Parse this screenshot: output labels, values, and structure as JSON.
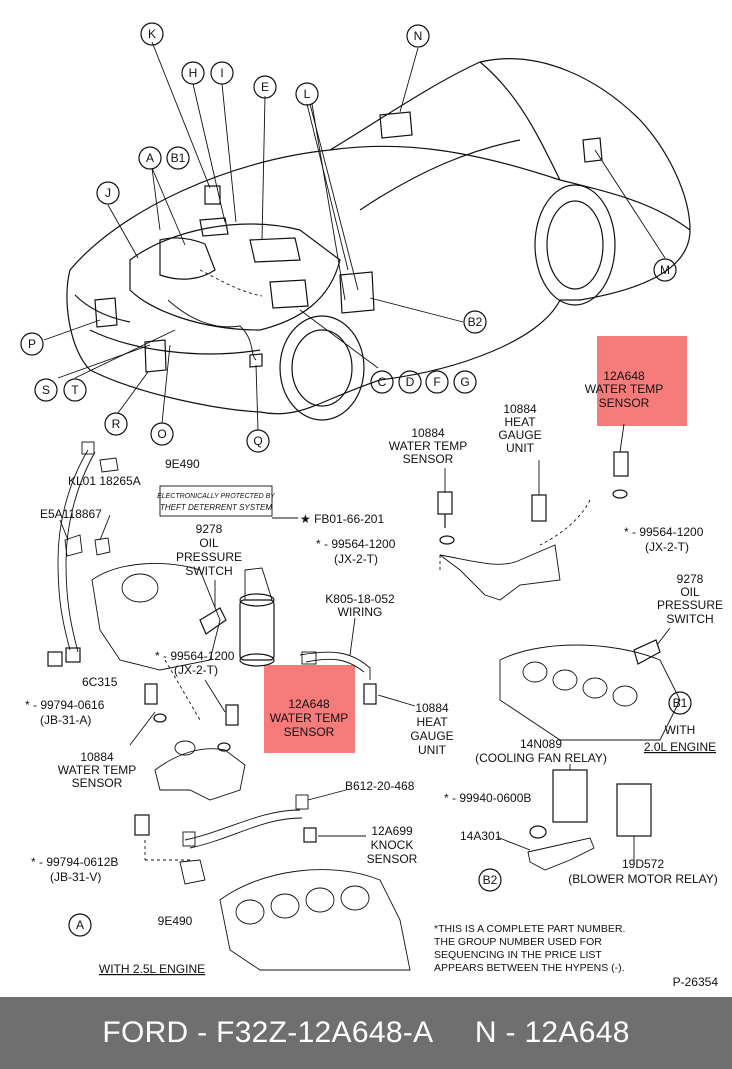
{
  "callouts": [
    "K",
    "H",
    "I",
    "E",
    "L",
    "N",
    "A",
    "B1",
    "J",
    "M",
    "P",
    "B2",
    "S",
    "T",
    "R",
    "O",
    "Q",
    "C",
    "D",
    "F",
    "G"
  ],
  "labels": {
    "sensor_top": [
      "10884",
      "WATER TEMP",
      "SENSOR"
    ],
    "heat_gauge_top": [
      "10884",
      "HEAT",
      "GAUGE",
      "UNIT"
    ],
    "highlight_right": [
      "12A648",
      "WATER TEMP",
      "SENSOR"
    ],
    "washer_right": "* - 99564-1200",
    "washer_right_code": "(JX-2-T)",
    "washer_mid": "* - 99564-1200",
    "washer_mid_code": "(JX-2-T)",
    "oil_switch_right": [
      "9278",
      "OIL",
      "PRESSURE",
      "SWITCH"
    ],
    "b1_circle": "B1",
    "with_20": [
      "WITH",
      "2.0L ENGINE"
    ],
    "cooling_relay": [
      "14N089",
      "(COOLING FAN RELAY)"
    ],
    "part_99940": "* - 99940-0600B",
    "part_14a301": "14A301",
    "b2_circle": "B2",
    "blower_relay": [
      "19D572",
      "(BLOWER MOTOR RELAY)"
    ],
    "note": [
      "*THIS IS A COMPLETE PART NUMBER.",
      "THE GROUP NUMBER USED FOR",
      "SEQUENCING IN THE PRICE LIST",
      "APPEARS BETWEEN THE HYPENS (-)."
    ],
    "ref_code": "P-26354",
    "part_9e490_top": "9E490",
    "kl01": "KL01  18265A",
    "e5a": "E5A118867",
    "theft_sticker": [
      "ELECTRONICALLY PROTECTED BY",
      "THEFT DETERRENT SYSTEM"
    ],
    "fb01": "★ FB01-66-201",
    "oil_switch_left": [
      "9278",
      "OIL",
      "PRESSURE",
      "SWITCH"
    ],
    "washer_left": "* - 99564-1200",
    "washer_left_code": "(JX-2-T)",
    "wiring": [
      "K805-18-052",
      "WIRING"
    ],
    "part_6c315": "6C315",
    "part_99794_0616": "* - 99794-0616",
    "part_99794_0616_code": "(JB-31-A)",
    "sensor_bottom": [
      "10884",
      "WATER TEMP",
      "SENSOR"
    ],
    "highlight_mid": [
      "12A648",
      "WATER TEMP",
      "SENSOR"
    ],
    "heat_gauge_bottom": [
      "10884",
      "HEAT",
      "GAUGE",
      "UNIT"
    ],
    "part_b612": "B612-20-468",
    "knock_sensor": [
      "12A699",
      "KNOCK",
      "SENSOR"
    ],
    "part_99794_0612": "* - 99794-0612B",
    "part_99794_0612_code": "(JB-31-V)",
    "part_9e490_bottom": "9E490",
    "a_circle": "A",
    "with_25": "WITH 2.5L ENGINE"
  },
  "footer": "FORD - F32Z-12A648-A     N - 12A648",
  "colors": {
    "highlight": "#f77b7b",
    "footer_bg": "#6f6f6f",
    "footer_text": "#ffffff",
    "ink": "#111111"
  }
}
